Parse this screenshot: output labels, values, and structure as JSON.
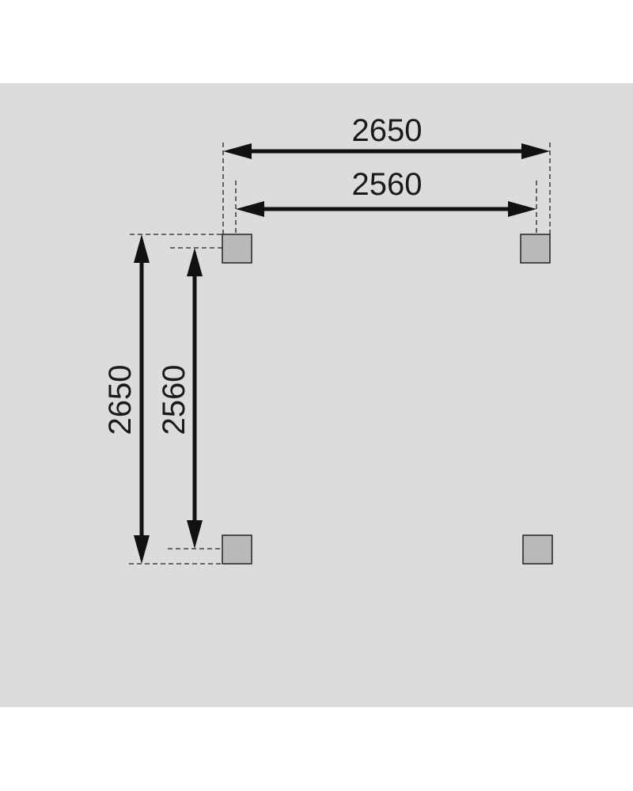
{
  "dimensions": {
    "top_outer": "2650",
    "top_inner": "2560",
    "left_outer": "2650",
    "left_inner": "2560"
  },
  "colors": {
    "panel": "#dcdcdc",
    "post": "#b9b9b9",
    "line": "#111111"
  }
}
